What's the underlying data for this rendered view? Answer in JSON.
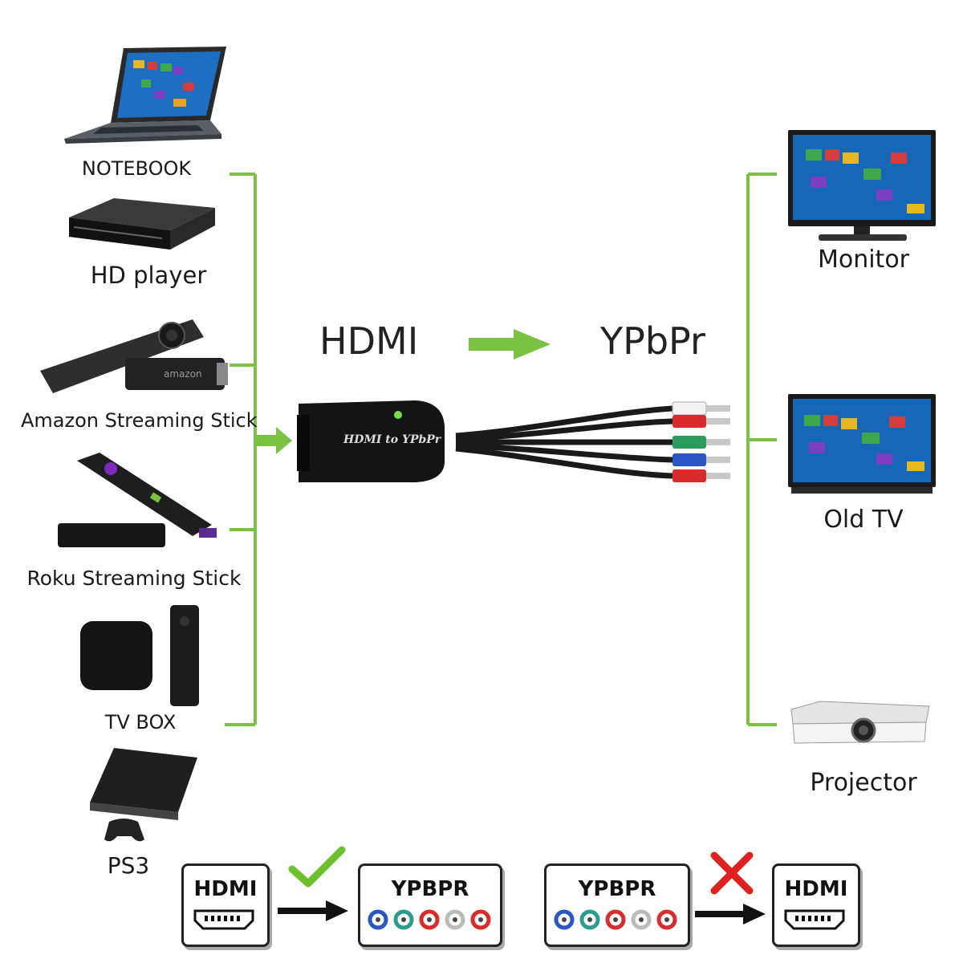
{
  "colors": {
    "accent": "#7cc242",
    "ok": "#6cc22a",
    "bad": "#e02020"
  },
  "sources": [
    {
      "label": "NOTEBOOK",
      "icon": "laptop-icon"
    },
    {
      "label": "HD player",
      "icon": "media-player-icon"
    },
    {
      "label": "Amazon Streaming Stick",
      "icon": "fire-stick-icon"
    },
    {
      "label": "Roku Streaming Stick",
      "icon": "roku-stick-icon"
    },
    {
      "label": "TV BOX",
      "icon": "tv-box-icon"
    },
    {
      "label": "PS3",
      "icon": "ps3-icon"
    }
  ],
  "outputs": [
    {
      "label": "Monitor",
      "icon": "monitor-icon"
    },
    {
      "label": "Old TV",
      "icon": "tv-icon"
    },
    {
      "label": "Projector",
      "icon": "projector-icon"
    }
  ],
  "flow": {
    "from": "HDMI",
    "to": "YPbPr"
  },
  "converter": {
    "label": "HDMI to YPbPr"
  },
  "legend": [
    {
      "from": "HDMI",
      "to": "YPBPR",
      "status": "supported",
      "mark": "check-icon"
    },
    {
      "from": "YPBPR",
      "to": "HDMI",
      "status": "not supported",
      "mark": "cross-icon"
    }
  ]
}
